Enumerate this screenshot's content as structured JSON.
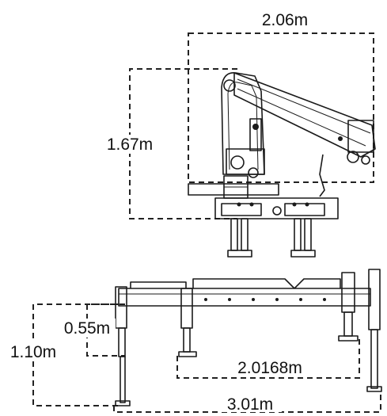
{
  "side_view": {
    "width_label": "2.06m",
    "height_label": "1.67m"
  },
  "front_view": {
    "leg_short_label": "0.55m",
    "leg_long_label": "1.10m",
    "inner_span_label": "2.0168m",
    "outer_span_label": "3.01m"
  }
}
